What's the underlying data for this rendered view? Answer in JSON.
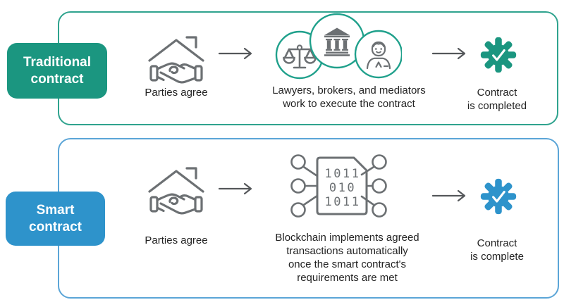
{
  "colors": {
    "teal": "#1B9680",
    "teal_circle_border": "#1FA08B",
    "teal_panel_border": "#2FA38E",
    "blue": "#2E93CB",
    "blue_panel_border": "#5BA5D7",
    "icon_gray": "#6C7073",
    "arrow_gray": "#54575A",
    "caption_text": "#232323",
    "label_text": "#FFFFFF"
  },
  "traditional": {
    "label": {
      "line1": "Traditional",
      "line2": "contract"
    },
    "step1": {
      "caption": "Parties agree"
    },
    "step2": {
      "line1": "Lawyers, brokers, and mediators",
      "line2": "work to execute the contract"
    },
    "step3": {
      "line1": "Contract",
      "line2": "is completed"
    }
  },
  "smart": {
    "label": {
      "line1": "Smart",
      "line2": "contract"
    },
    "step1": {
      "caption": "Parties agree"
    },
    "step2": {
      "line1": "Blockchain implements agreed",
      "line2": "transactions automatically",
      "line3": "once the smart contract's",
      "line4": "requirements are met"
    },
    "step3": {
      "line1": "Contract",
      "line2": "is complete"
    }
  },
  "chip_binary": {
    "line1": "1011",
    "line2": "010",
    "line3": "1011"
  },
  "icons": {
    "parties_agree": "house-handshake-icon",
    "traditional_middle": [
      "scales-icon",
      "bank-icon",
      "mediator-person-icon"
    ],
    "smart_middle": "blockchain-chip-icon",
    "completed": "gear-check-icon",
    "flow": "right-arrow-icon"
  }
}
